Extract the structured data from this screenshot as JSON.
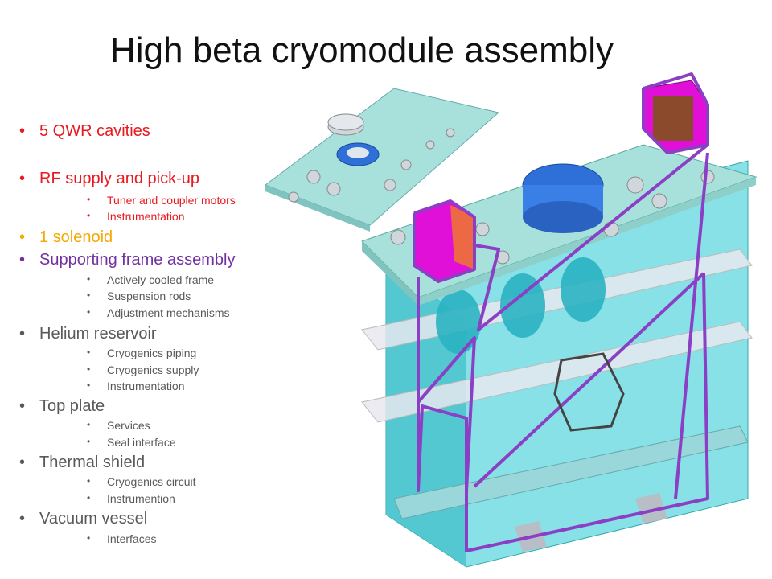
{
  "slide": {
    "title": "High beta cryomodule assembly"
  },
  "bullets": [
    {
      "text": "5 QWR cavities",
      "color": "#e8191f",
      "sub": []
    },
    {
      "text": "RF supply and pick-up",
      "color": "#e8191f",
      "sub": [
        "Tuner and coupler motors",
        "Instrumentation"
      ]
    },
    {
      "text": "1 solenoid",
      "color": "#f6a800",
      "sub": []
    },
    {
      "text": "Supporting frame assembly",
      "color": "#7030a0",
      "sub": [
        "Actively cooled frame",
        "Suspension rods",
        "Adjustment mechanisms"
      ]
    },
    {
      "text": "Helium reservoir",
      "color": "#595959",
      "sub": [
        "Cryogenics piping",
        "Cryogenics supply",
        "Instrumentation"
      ]
    },
    {
      "text": "Top plate",
      "color": "#595959",
      "sub": [
        "Services",
        "Seal interface"
      ]
    },
    {
      "text": "Thermal shield",
      "color": "#595959",
      "sub": [
        "Cryogenics circuit",
        "Instrumention"
      ]
    },
    {
      "text": "Vacuum vessel",
      "color": "#595959",
      "sub": [
        "Interfaces"
      ]
    }
  ],
  "colors": {
    "vessel": "#5fd7dd",
    "frame_outline": "#8a3fc4",
    "magenta_box": "#e010d8",
    "brown_box": "#8b4a2b",
    "plate": "#a8e0dc"
  }
}
